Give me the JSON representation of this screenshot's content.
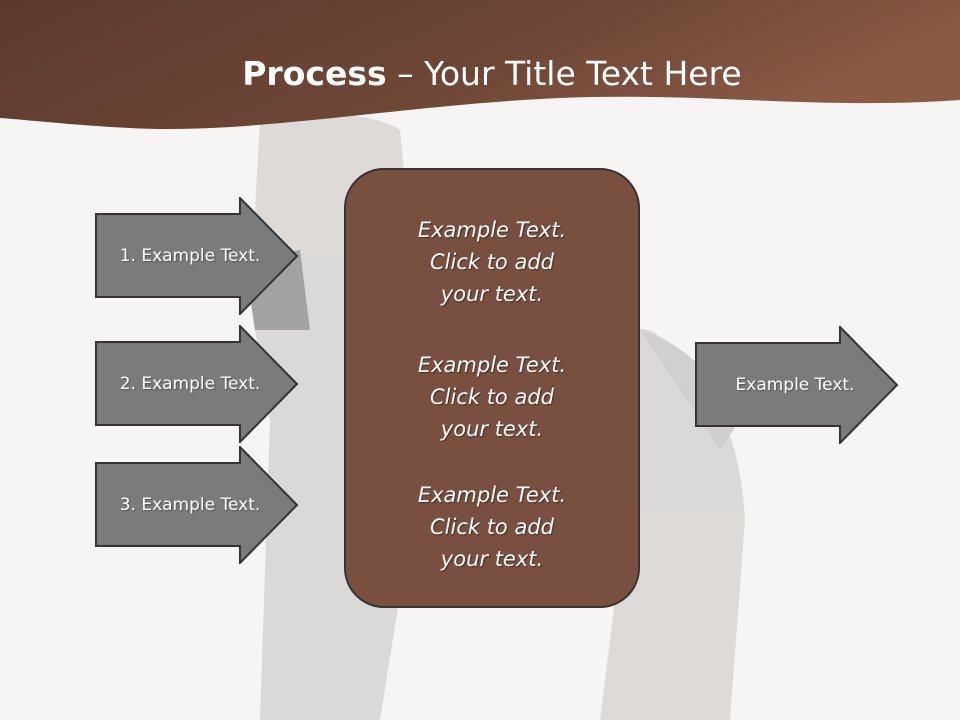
{
  "title": {
    "bold": "Process",
    "rest": " – Your Title Text Here"
  },
  "colors": {
    "header": "#6b4535",
    "box": "#795040",
    "arrow": "#7b7b7b"
  },
  "left_arrows": [
    {
      "label": "1. Example Text."
    },
    {
      "label": "2. Example Text."
    },
    {
      "label": "3. Example Text."
    }
  ],
  "center_items": [
    {
      "line1": "Example Text.",
      "line2": "Click  to add",
      "line3": "your text."
    },
    {
      "line1": "Example Text.",
      "line2": "Click  to add",
      "line3": "your text."
    },
    {
      "line1": "Example Text.",
      "line2": "Click  to add",
      "line3": "your text."
    }
  ],
  "right_arrow": {
    "label": "Example Text."
  }
}
